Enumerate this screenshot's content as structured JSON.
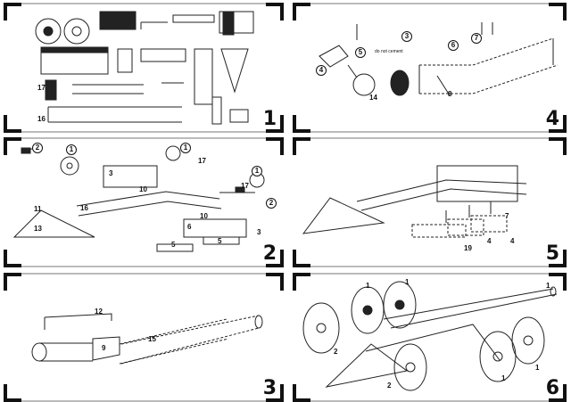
{
  "steps": [
    {
      "number": "1",
      "labels": [
        "17",
        "16"
      ]
    },
    {
      "number": "4",
      "labels": [
        "3",
        "6",
        "7",
        "5",
        "4",
        "14",
        "8"
      ],
      "note": "do not cement"
    },
    {
      "number": "2",
      "labels": [
        "2",
        "1",
        "1",
        "17",
        "1",
        "17",
        "2",
        "3",
        "10",
        "16",
        "11",
        "13",
        "10",
        "6",
        "3",
        "5",
        "5"
      ]
    },
    {
      "number": "5",
      "labels": [
        "7",
        "19",
        "4",
        "4"
      ]
    },
    {
      "number": "3",
      "labels": [
        "12",
        "9",
        "15"
      ]
    },
    {
      "number": "6",
      "labels": [
        "1",
        "1",
        "1",
        "1",
        "1",
        "2",
        "2"
      ]
    }
  ]
}
